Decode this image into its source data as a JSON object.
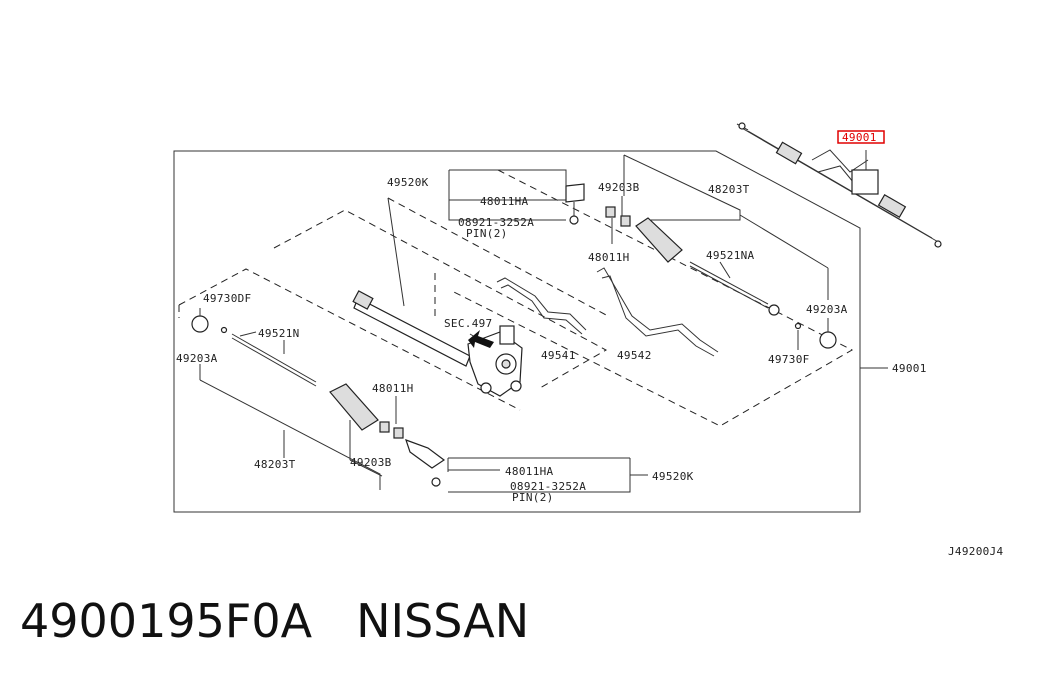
{
  "diagram": {
    "main_part_no": "49001",
    "labels": {
      "l49520k_top": "49520K",
      "l48011ha_top": "48011HA",
      "l08921_top": "08921-3252A",
      "lpin_top": "PIN(2)",
      "l49203b_top": "49203B",
      "l48203t_top": "48203T",
      "l48011h_top": "48011H",
      "l49521na": "49521NA",
      "l49203a_right": "49203A",
      "l49730f_right": "49730F",
      "l49001_right": "49001",
      "l49730df": "49730DF",
      "l49521n": "49521N",
      "l49203a_left": "49203A",
      "lsec497": "SEC.497",
      "l49541": "49541",
      "l49542": "49542",
      "l48011h_bottom": "48011H",
      "l48203t_bottom": "48203T",
      "l49203b_bottom": "49203B",
      "l48011ha_bottom": "48011HA",
      "l49520k_bottom": "49520K",
      "l08921_bottom": "08921-3252A",
      "lpin_bottom": "PIN(2)",
      "l_ref": "J49200J4"
    }
  },
  "caption": {
    "part_number": "4900195F0A",
    "brand": "NISSAN"
  }
}
